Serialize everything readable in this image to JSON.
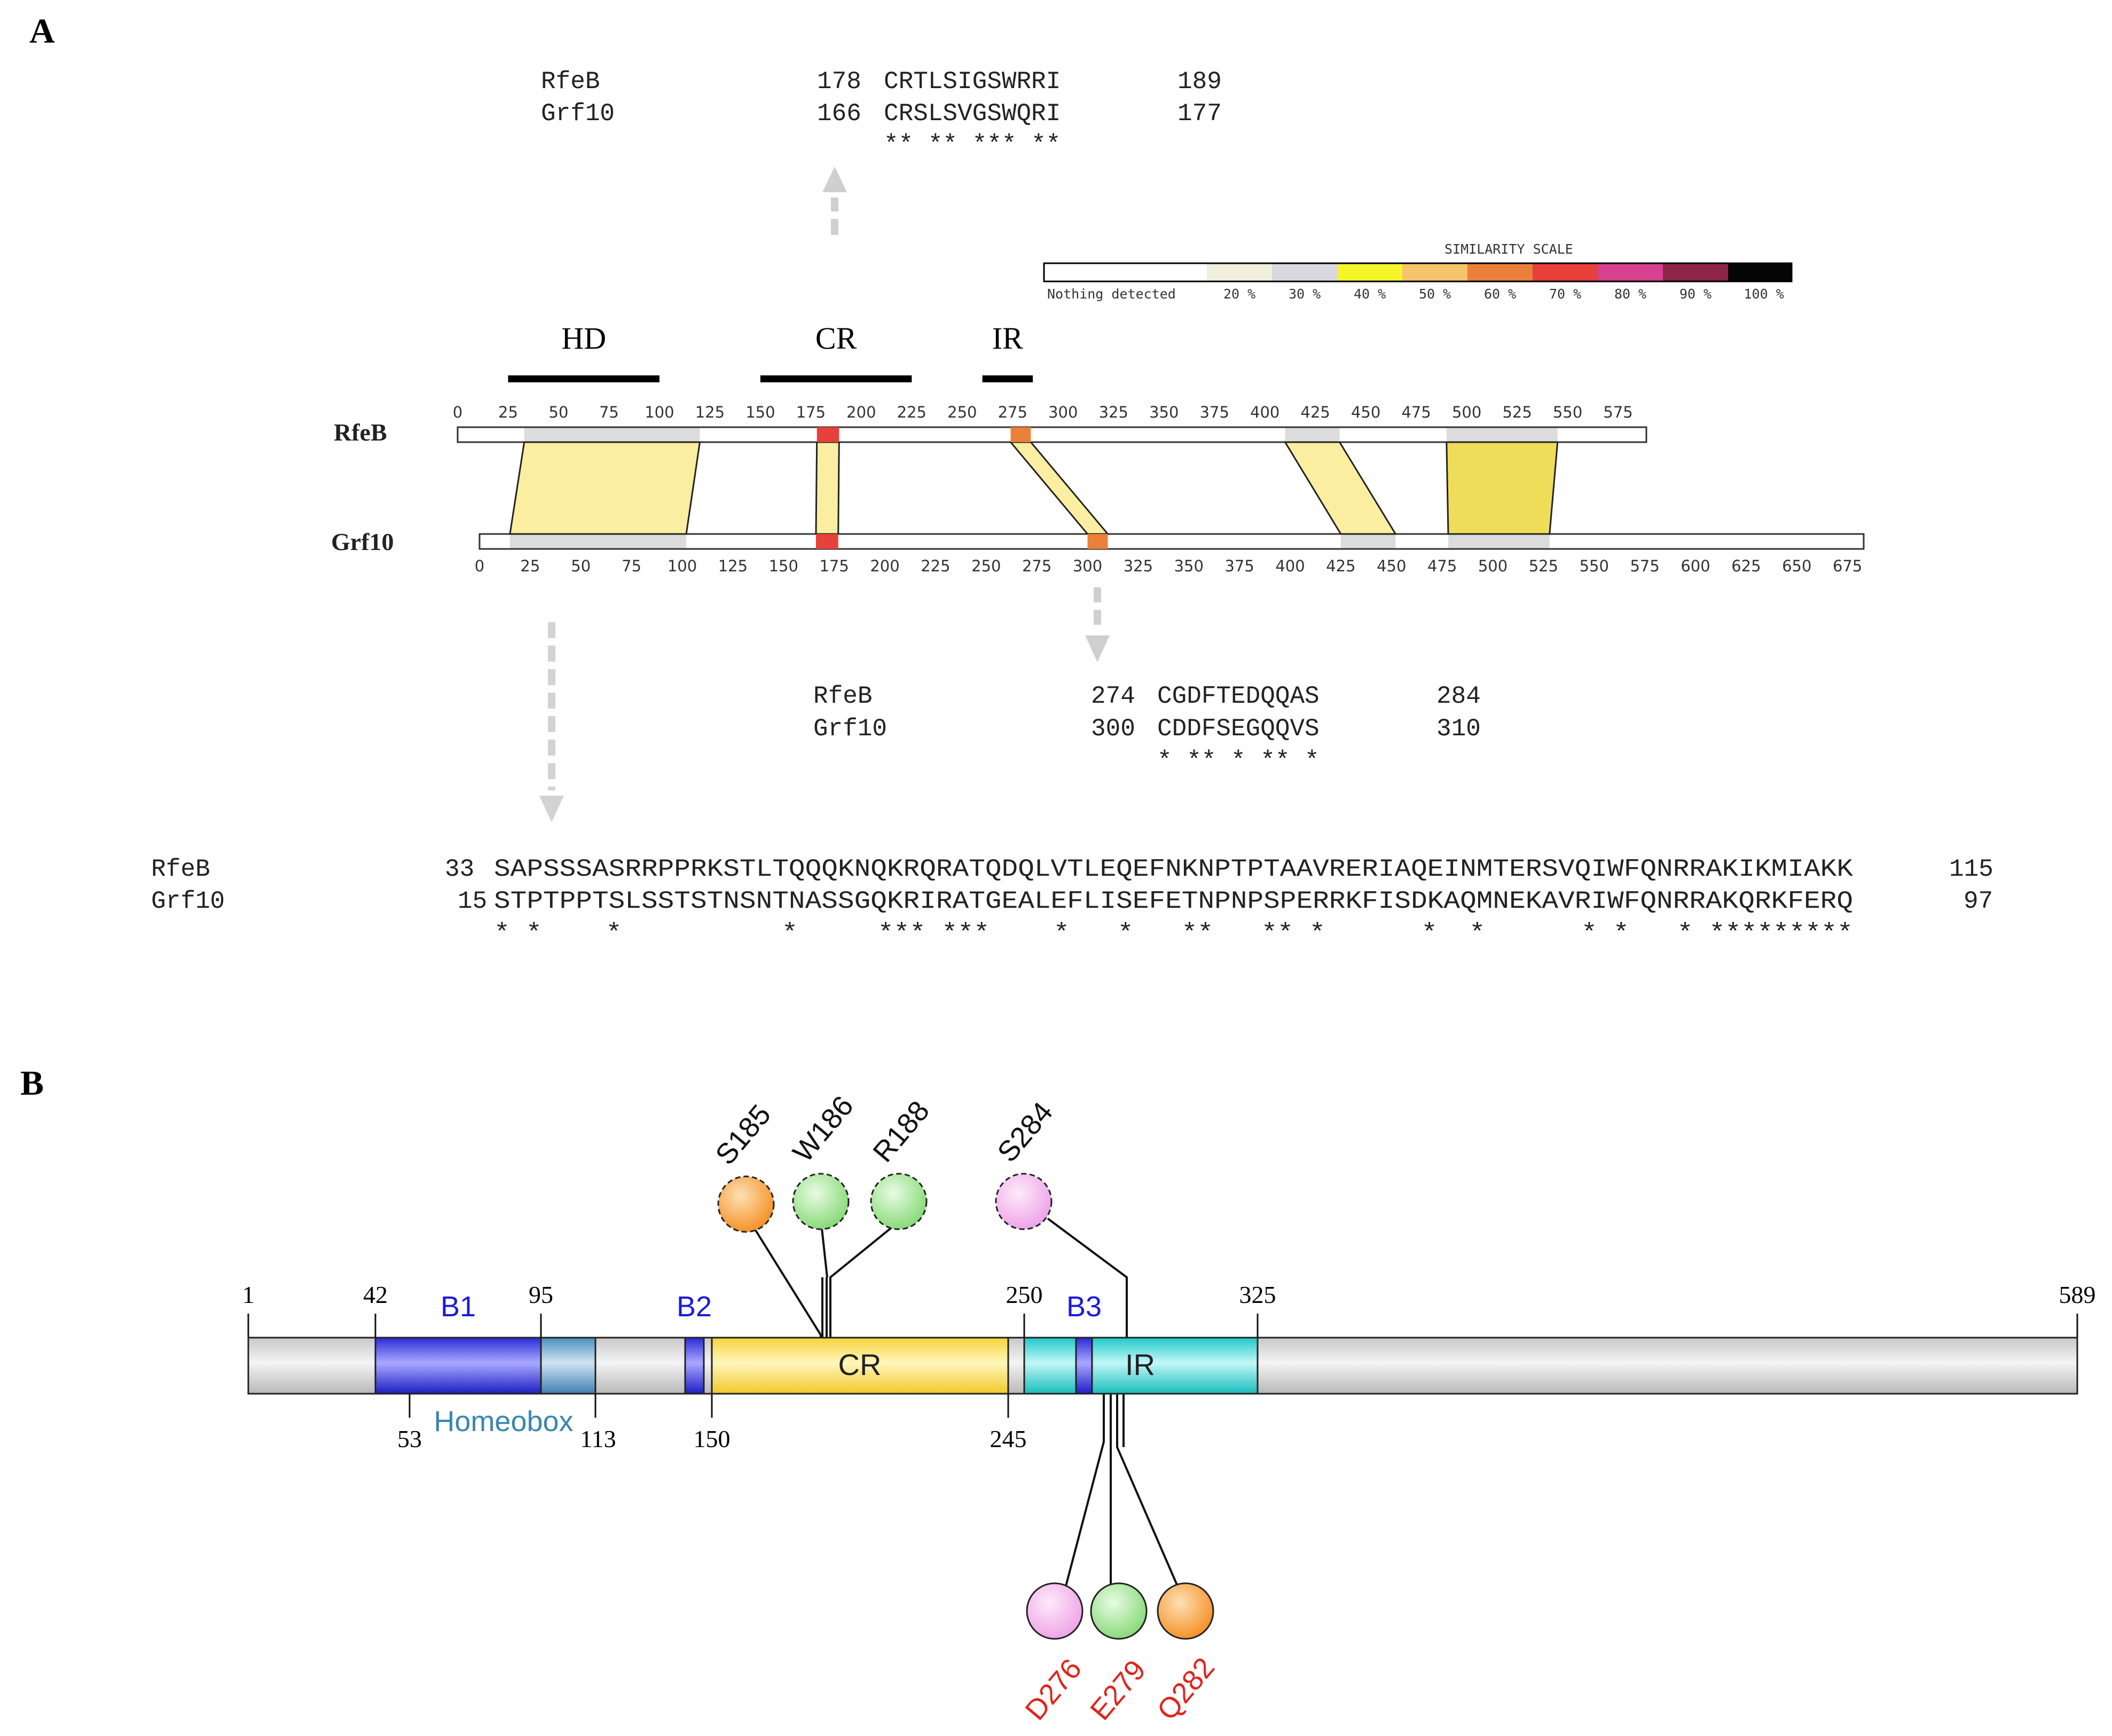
{
  "panels": {
    "a": "A",
    "b": "B"
  },
  "alignment_top": {
    "rows": [
      {
        "name": "RfeB",
        "start": "178",
        "seq": "CRTLSIGSWRRI",
        "end": "189"
      },
      {
        "name": "Grf10",
        "start": "166",
        "seq": "CRSLSVGSWQRI",
        "end": "177"
      }
    ],
    "stars": "** ** *** **"
  },
  "alignment_mid": {
    "rows": [
      {
        "name": "RfeB",
        "start": "274",
        "seq": "CGDFTEDQQAS",
        "end": "284"
      },
      {
        "name": "Grf10",
        "start": "300",
        "seq": "CDDFSEGQQVS",
        "end": "310"
      }
    ],
    "stars": "* ** * ** *"
  },
  "alignment_bottom": {
    "rows": [
      {
        "name": "RfeB",
        "start": "33",
        "seq": "SAPSSSASRRPPRKSTLTQQQKNQKRQRATQDQLVTLEQEFNKNPTPTAAVRERIAQEINMTERSVQIWFQNRRAKIKMIAKK",
        "end": "115"
      },
      {
        "name": "Grf10",
        "start": "15",
        "seq": "STPTPPTSLSSTSTNSNTNASSGQKRIRATGEALEFLISEFETNPNPSPERRKFISDKAQMNEKAVRIWFQNRRAKQRKFERQ",
        "end": "97"
      }
    ],
    "stars": "* *    *          *     *** ***    *   *   **   ** *      *  *      * *   * *********"
  },
  "similarity_scale": {
    "title": "SIMILARITY SCALE",
    "labels": [
      "Nothing detected",
      "20 %",
      "30 %",
      "40 %",
      "50 %",
      "60 %",
      "70 %",
      "80 %",
      "90 %",
      "100 %"
    ],
    "colors": [
      "#ffffff",
      "#efefdc",
      "#d8d8de",
      "#f5f52a",
      "#f6c56b",
      "#ec7f3a",
      "#e8403a",
      "#d8418f",
      "#8d2548",
      "#050505"
    ]
  },
  "domains_top": [
    {
      "label": "HD",
      "from": 25,
      "to": 100
    },
    {
      "label": "CR",
      "from": 150,
      "to": 225
    },
    {
      "label": "IR",
      "from": 260,
      "to": 285
    }
  ],
  "proteins": {
    "rfeb": {
      "name": "RfeB",
      "length": 589,
      "ticks": [
        "0",
        "25",
        "50",
        "75",
        "100",
        "125",
        "150",
        "175",
        "200",
        "225",
        "250",
        "275",
        "300",
        "325",
        "350",
        "375",
        "400",
        "425",
        "450",
        "475",
        "500",
        "525",
        "550",
        "575"
      ]
    },
    "grf10": {
      "name": "Grf10",
      "length": 683,
      "ticks": [
        "0",
        "25",
        "50",
        "75",
        "100",
        "125",
        "150",
        "175",
        "200",
        "225",
        "250",
        "275",
        "300",
        "325",
        "350",
        "375",
        "400",
        "425",
        "450",
        "475",
        "500",
        "525",
        "550",
        "575",
        "600",
        "625",
        "650",
        "675"
      ]
    }
  },
  "blocks": [
    {
      "rfeb": [
        33,
        120
      ],
      "grf10": [
        15,
        102
      ],
      "color": "#fbeea0"
    },
    {
      "rfeb": [
        178,
        189
      ],
      "grf10": [
        166,
        177
      ],
      "color": "#fbeea0"
    },
    {
      "rfeb": [
        274,
        284
      ],
      "grf10": [
        300,
        310
      ],
      "color": "#fbeea0"
    },
    {
      "rfeb": [
        410,
        437
      ],
      "grf10": [
        425,
        452
      ],
      "color": "#fbeea0"
    },
    {
      "rfeb": [
        490,
        545
      ],
      "grf10": [
        478,
        528
      ],
      "color": "#efdd5a"
    }
  ],
  "marks": {
    "rfeb": [
      {
        "from": 178,
        "to": 189,
        "color": "#e8403a"
      },
      {
        "from": 274,
        "to": 284,
        "color": "#ec7f3a"
      }
    ],
    "grf10": [
      {
        "from": 166,
        "to": 177,
        "color": "#e8403a"
      },
      {
        "from": 300,
        "to": 310,
        "color": "#ec7f3a"
      }
    ]
  },
  "panel_b": {
    "length": 589,
    "segments": [
      {
        "label": "B1",
        "from": 42,
        "to": 95
      },
      {
        "label": "B2",
        "from": 141,
        "to": 146
      },
      {
        "label": "CR",
        "from": 150,
        "to": 245
      },
      {
        "label": "B3",
        "from": 267,
        "to": 272
      },
      {
        "label": "IR",
        "from": 250,
        "to": 325
      }
    ],
    "homeobox": {
      "label": "Homeobox",
      "from": 53,
      "to": 113
    },
    "positions_top": [
      "1",
      "42",
      "95",
      "250",
      "325",
      "589"
    ],
    "positions_bottom": [
      "53",
      "113",
      "150",
      "245"
    ],
    "residues_top": [
      {
        "label": "S185",
        "color": "#f7a13c"
      },
      {
        "label": "W186",
        "color": "#a8e69c"
      },
      {
        "label": "R188",
        "color": "#a8e69c"
      },
      {
        "label": "S284",
        "color": "#f5b8ee"
      }
    ],
    "residues_bottom": [
      {
        "label": "D276",
        "color": "#f5b8ee"
      },
      {
        "label": "E279",
        "color": "#a8e69c"
      },
      {
        "label": "Q282",
        "color": "#f7a13c"
      }
    ]
  }
}
